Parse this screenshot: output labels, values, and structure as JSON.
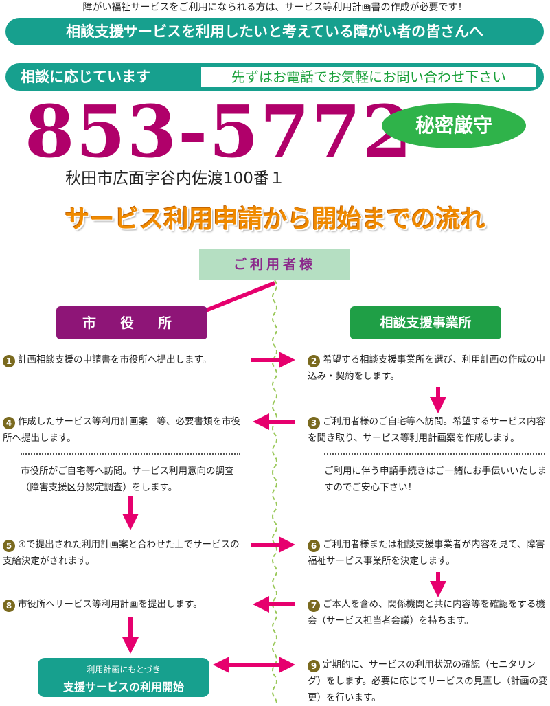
{
  "top_note": "障がい福祉サービスをご利用になられる方は、サービス等利用計画書の作成が必要です！",
  "banner1": "相談支援サービスを利用したいと考えている障がい者の皆さんへ",
  "banner2": {
    "label": "相談に応じています",
    "sub": "先ずはお電話でお気軽にお問い合わせ下さい"
  },
  "phone": "853-5772",
  "secret": "秘密厳守",
  "address": "秋田市広面字谷内佐渡100番１",
  "flow_title": "サービス利用申請から開始までの流れ",
  "user_box": "ご利用者様",
  "city_box": "市 役 所",
  "office_box": "相談支援事業所",
  "steps": [
    {
      "n": "1",
      "text": "計画相談支援の申請書を市役所へ提出します。"
    },
    {
      "n": "2",
      "text": "希望する相談支援事業所を選び、利用計画の作成の申込み・契約をします。"
    },
    {
      "n": "3",
      "text": "ご利用者様のご自宅等へ訪問。希望するサービス内容を聞き取り、サービス等利用計画案を作成します。",
      "note": "ご利用に伴う申請手続きはご一緒にお手伝いいたしますのでご安心下さい！"
    },
    {
      "n": "4",
      "text": "作成したサービス等利用計画案　等、必要書類を市役所へ提出します。",
      "note": "市役所がご自宅等へ訪問。サービス利用意向の調査（障害支援区分認定調査）をします。"
    },
    {
      "n": "5",
      "text": "④で提出された利用計画案と合わせた上でサービスの支給決定がされます。"
    },
    {
      "n": "6",
      "text": "ご利用者様または相談支援事業者が内容を見て、障害福祉サービス事業所を決定します。"
    },
    {
      "n": "7",
      "text": "ご本人を含め、関係機関と共に内容等を確認をする機会（サービス担当者会議）を持ちます。"
    },
    {
      "n": "8",
      "text": "市役所へサービス等利用計画を提出します。"
    },
    {
      "n": "9",
      "text": "定期的に、サービスの利用状況の確認（モニタリング）をします。必要に応じてサービスの見直し（計画の変更）を行います。"
    }
  ],
  "final": {
    "small": "利用計画にもとづき",
    "big": "支援サービスの利用開始"
  },
  "colors": {
    "teal": "#17a08e",
    "magenta": "#b0006a",
    "arrow": "#e6006e",
    "purple": "#8e1577",
    "green": "#1f9f46",
    "orange": "#f08a00"
  }
}
